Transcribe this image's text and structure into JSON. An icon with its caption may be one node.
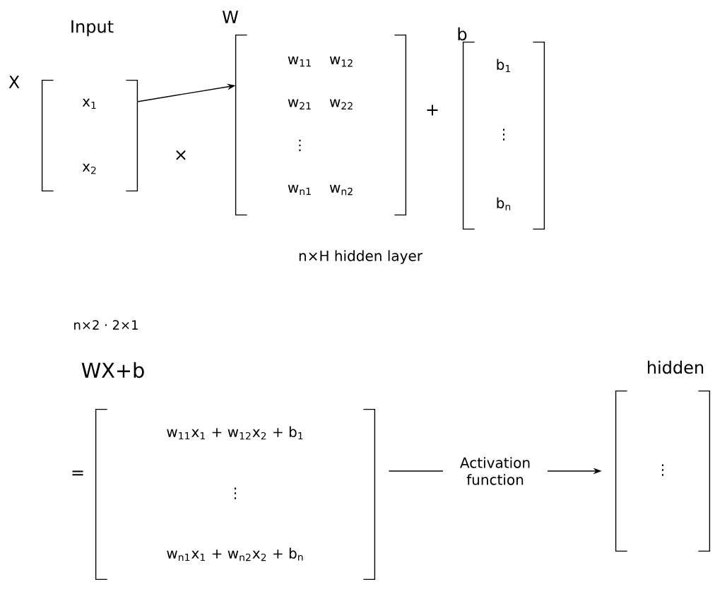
{
  "diagram": {
    "nodes": [
      {
        "text": [
          "x$_{1}$",
          "x$_{2}$"
        ],
        "beside": [
          "Input",
          "X"
        ]
      },
      {
        "text": [
          "w$_{11}$",
          "w$_{12}$",
          "w$_{21}$",
          "w$_{22}$",
          "⋮",
          "w$_{n1}$",
          "w$_{n2}$"
        ],
        "beside": [
          "W"
        ]
      },
      {
        "text": [
          "b$_{1}$",
          "⋮",
          "b$_{n}$"
        ],
        "beside": [
          "b"
        ]
      },
      {
        "text": [
          "w$_{11}$x$_{1}$ + w$_{12}$x$_{2}$ + b$_{1}$",
          "⋮",
          "w$_{n1}$x$_{1}$ + w$_{n2}$x$_{2}$ + b$_{n}$"
        ]
      },
      {
        "text": [
          "⋮"
        ],
        "beside": [
          "hidden"
        ]
      }
    ],
    "edges": [
      {
        "from": 0,
        "to": 1,
        "arrow": "to"
      },
      {
        "from": 3,
        "to": 4,
        "arrow": "to",
        "label": "Activation function"
      }
    ],
    "labels": [
      "+",
      "×",
      "n×H hidden layer",
      "n×2 · 2×1",
      "WX+b",
      "="
    ]
  }
}
